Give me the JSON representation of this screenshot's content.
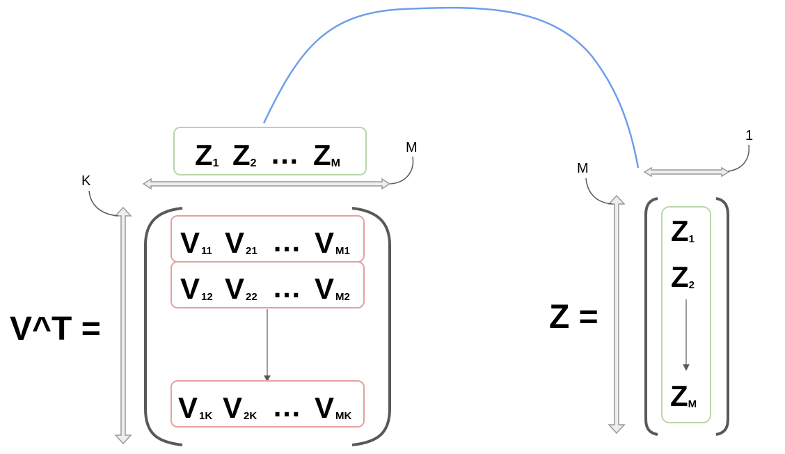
{
  "colors": {
    "green_box": "#b7d7a8",
    "red_box": "#e6a0a0",
    "blue_curve": "#6d9eeb",
    "bracket": "#595959",
    "arrow_fill": "#eeeeee",
    "arrow_stroke": "#999999",
    "text": "#000000"
  },
  "top_row": {
    "base": "Z",
    "items": [
      {
        "base": "Z",
        "sub": "1"
      },
      {
        "base": "Z",
        "sub": "2"
      },
      {
        "base": "Z",
        "sub": "M"
      }
    ],
    "ellipsis": "…"
  },
  "vt": {
    "label": "V^T =",
    "rows": [
      {
        "items": [
          {
            "base": "V",
            "sub": "11"
          },
          {
            "base": "V",
            "sub": "21"
          },
          {
            "base": "V",
            "sub": "M1"
          }
        ],
        "ellipsis": "…"
      },
      {
        "items": [
          {
            "base": "V",
            "sub": "12"
          },
          {
            "base": "V",
            "sub": "22"
          },
          {
            "base": "V",
            "sub": "M2"
          }
        ],
        "ellipsis": "…"
      },
      {
        "items": [
          {
            "base": "V",
            "sub": "1K"
          },
          {
            "base": "V",
            "sub": "2K"
          },
          {
            "base": "V",
            "sub": "MK"
          }
        ],
        "ellipsis": "…"
      }
    ]
  },
  "z": {
    "label": "Z =",
    "items": [
      {
        "base": "Z",
        "sub": "1"
      },
      {
        "base": "Z",
        "sub": "2"
      },
      {
        "base": "Z",
        "sub": "M"
      }
    ]
  },
  "dimension_labels": {
    "top_width": "M",
    "vt_height": "K",
    "z_width": "1",
    "z_height": "M"
  }
}
